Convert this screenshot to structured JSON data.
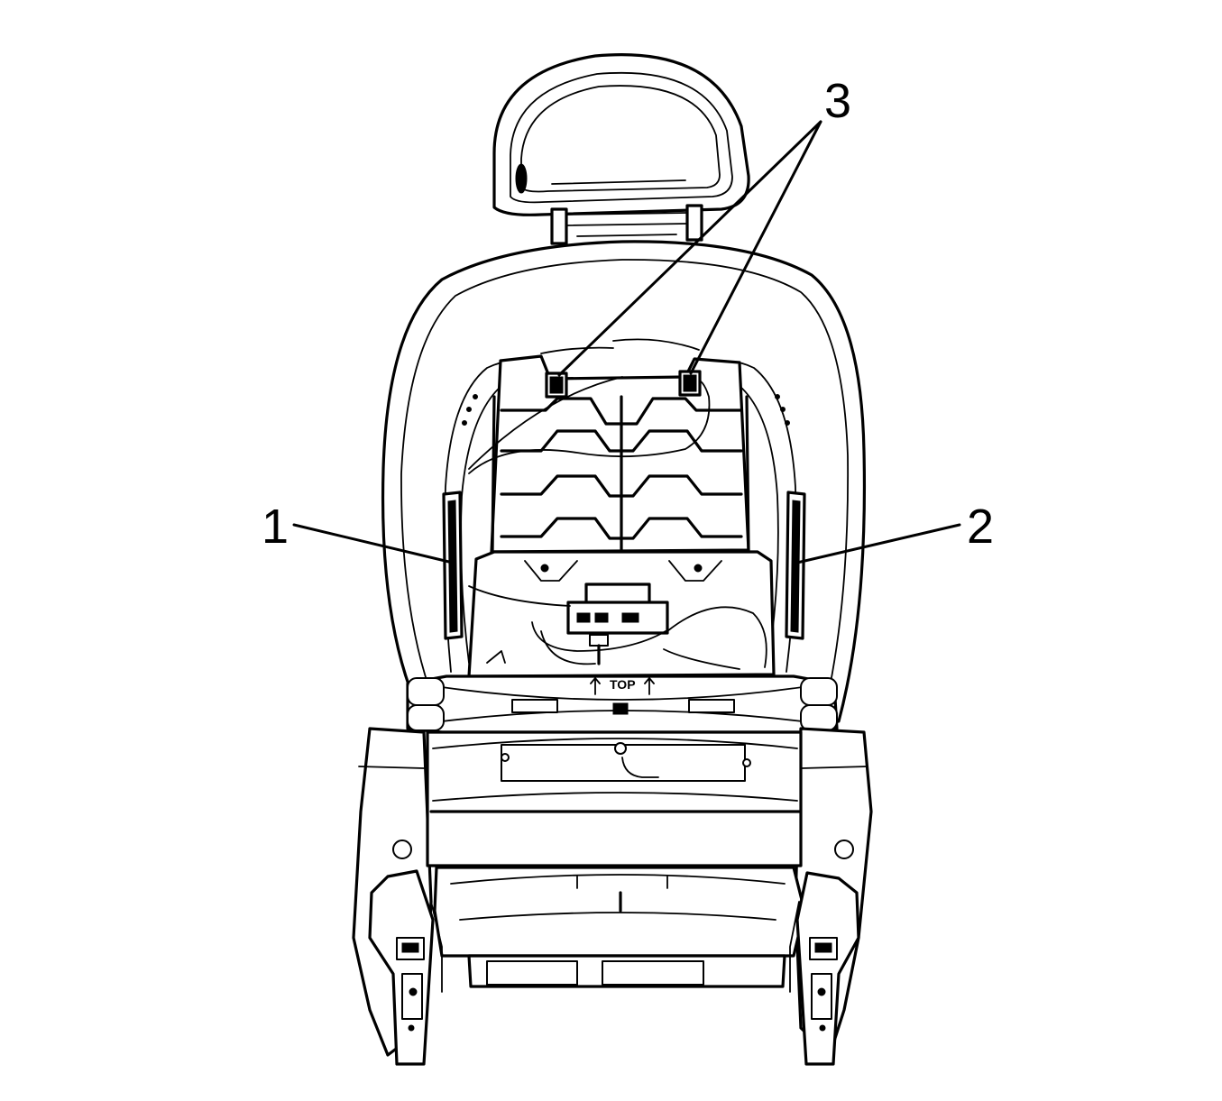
{
  "callouts": [
    {
      "id": "1",
      "label": "1"
    },
    {
      "id": "2",
      "label": "2"
    },
    {
      "id": "3",
      "label": "3"
    }
  ],
  "stamp": {
    "top_marking": "TOP"
  },
  "colors": {
    "line": "#000000",
    "background": "#ffffff"
  }
}
